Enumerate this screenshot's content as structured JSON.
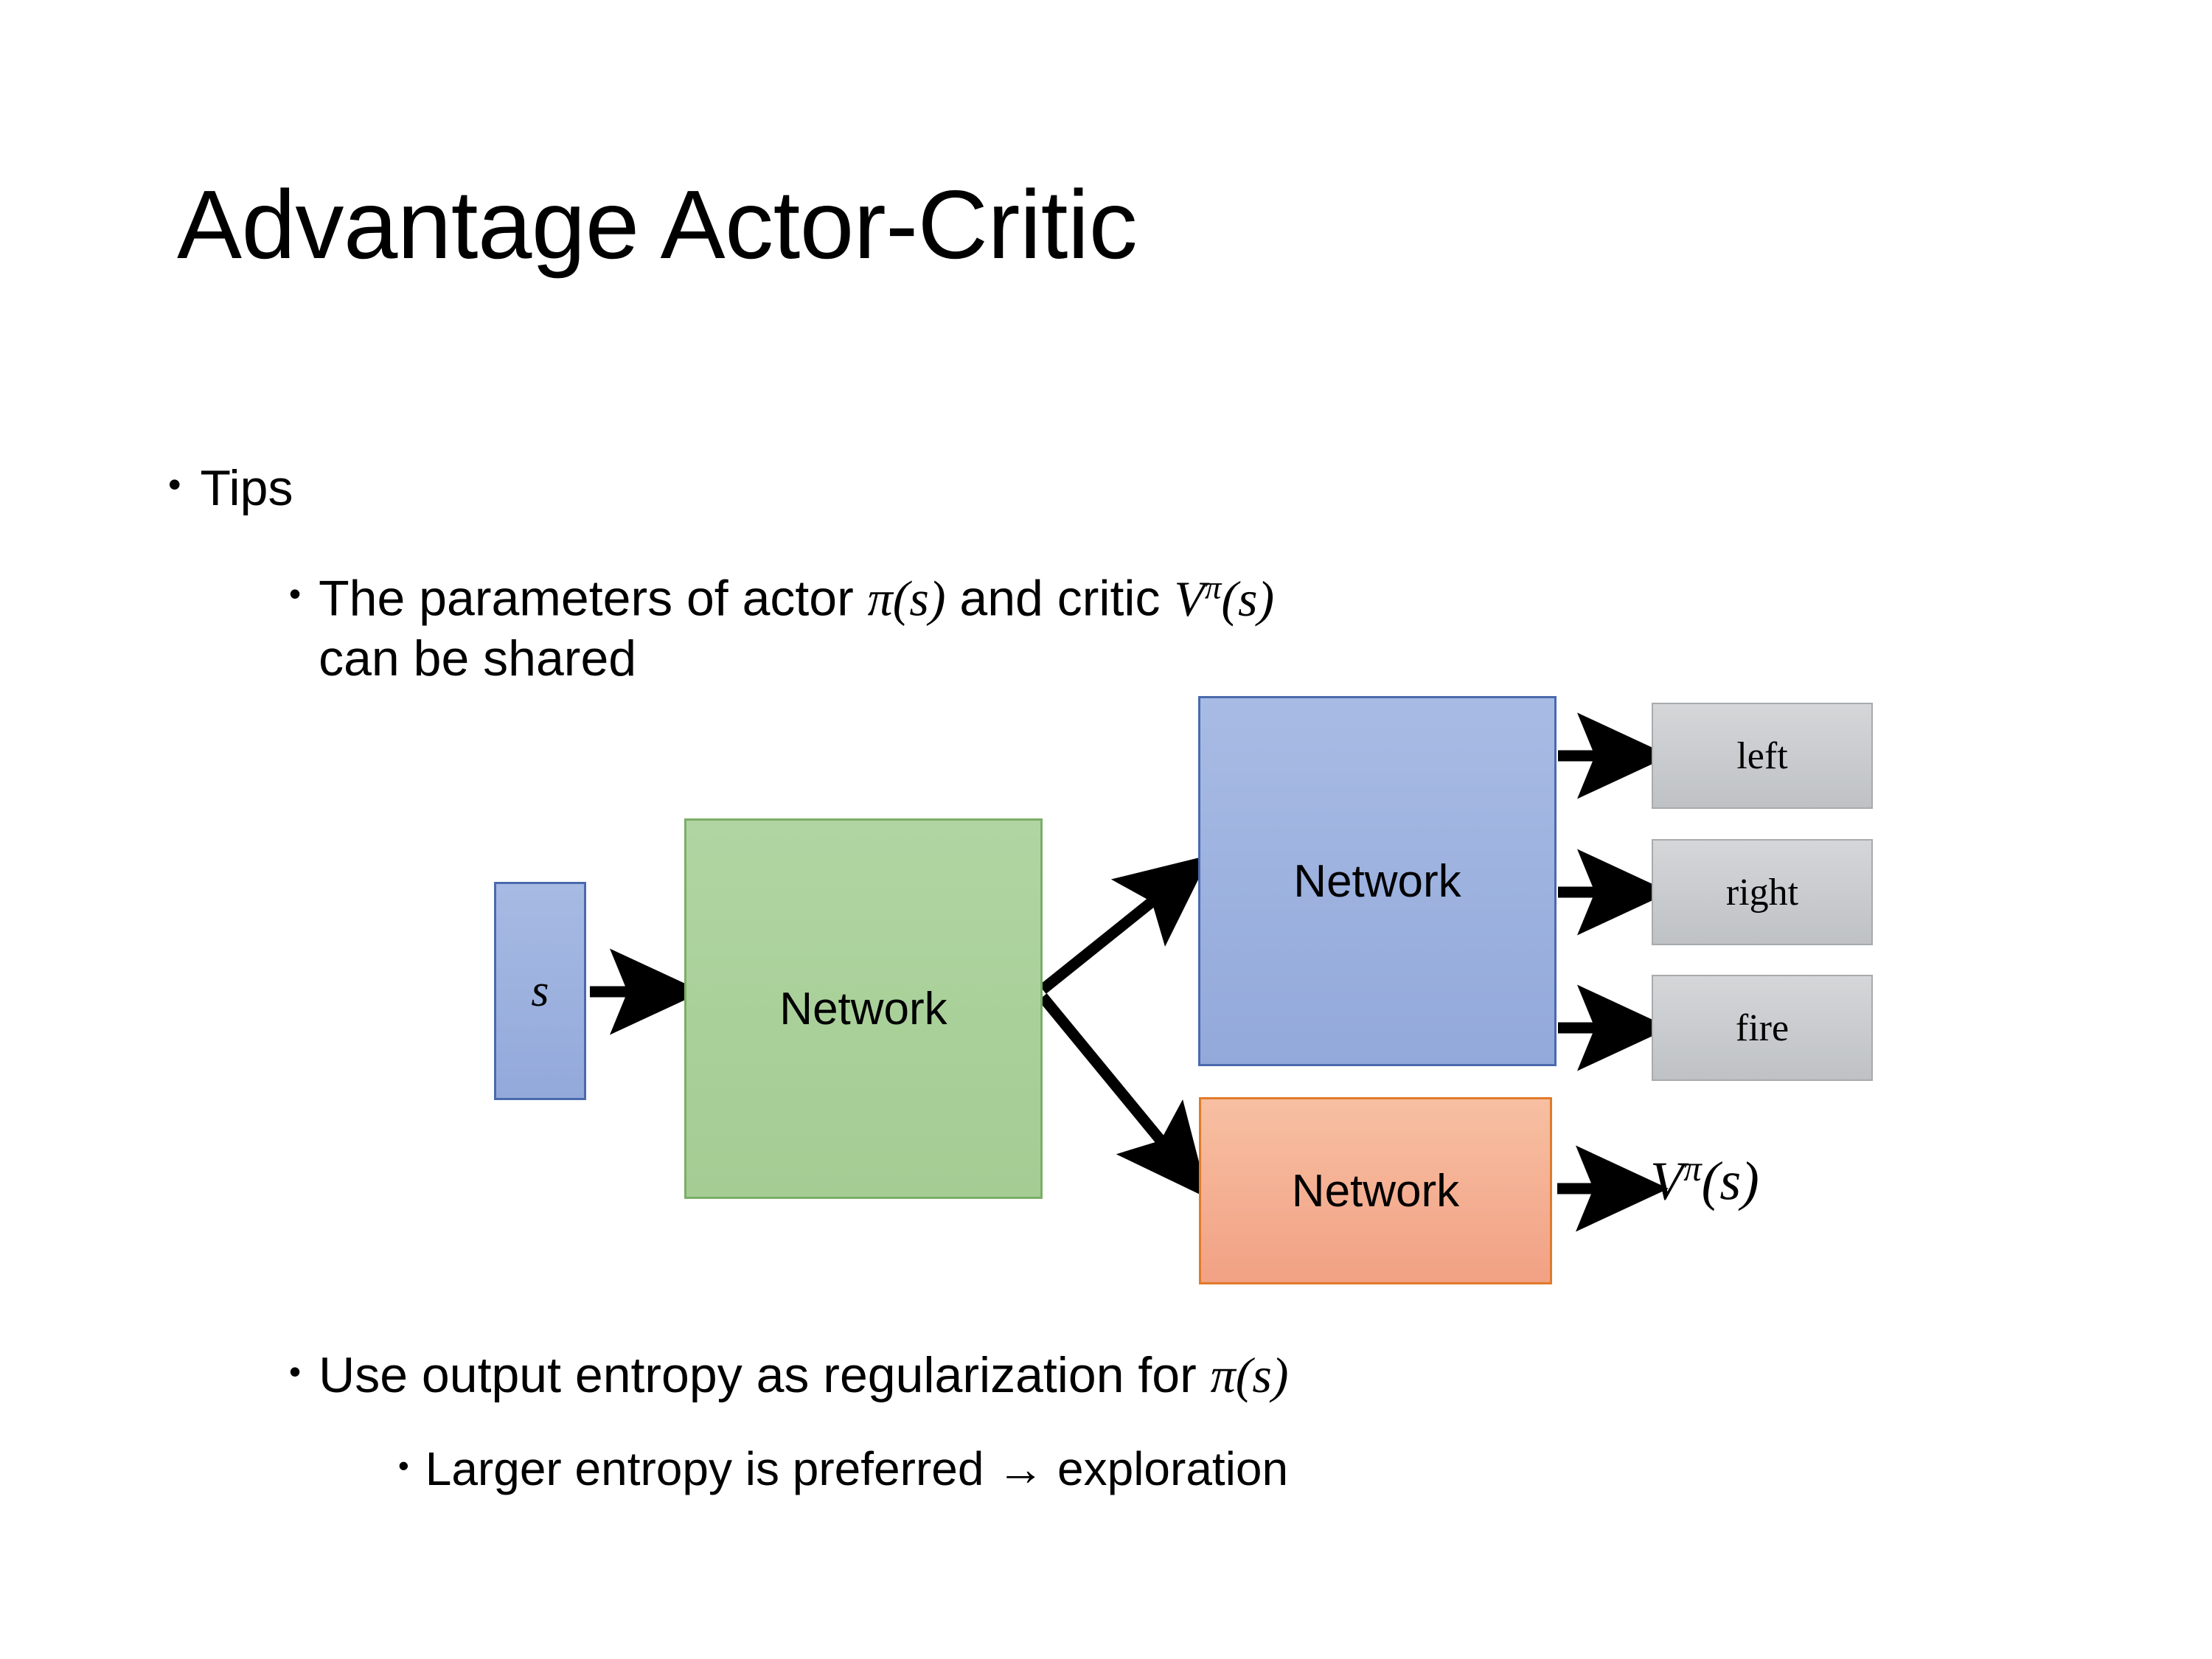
{
  "slide": {
    "title": "Advantage Actor-Critic",
    "background_color": "#ffffff"
  },
  "bullets": [
    {
      "level": 1,
      "marker": "•",
      "text": "Tips"
    },
    {
      "level": 2,
      "marker": "•",
      "text_before_math_1": "The parameters of actor ",
      "math_1": "π(s)",
      "text_between": "  and critic ",
      "math_2_base": "V",
      "math_2_sup": "π",
      "math_2_arg": "(s)",
      "text_after": "can be shared",
      "full_text": "The parameters of actor π(s)  and critic Vπ(s) can be shared"
    },
    {
      "level": 2,
      "marker": "•",
      "text_before_math": "Use output entropy as regularization for ",
      "math": "π(s)",
      "full_text": "Use output entropy as regularization for π(s)"
    },
    {
      "level": 3,
      "marker": "•",
      "text": "Larger entropy is preferred → exploration",
      "full_text": "Larger entropy is preferred → exploration"
    }
  ],
  "diagram": {
    "state_box": {
      "label": "s",
      "fill": "#9bb0de",
      "border": "#4a6aad"
    },
    "shared_network": {
      "label": "Network",
      "fill": "#a9d09b",
      "border": "#7bae68"
    },
    "actor_network": {
      "label": "Network",
      "fill": "#9bb0de",
      "border": "#4a6aad"
    },
    "critic_network": {
      "label": "Network",
      "fill": "#f4ae92",
      "border": "#e07b2a"
    },
    "actions": [
      {
        "label": "left",
        "fill": "#c9cccf"
      },
      {
        "label": "right",
        "fill": "#c9cccf"
      },
      {
        "label": "fire",
        "fill": "#c9cccf"
      }
    ],
    "critic_output": {
      "base": "V",
      "superscript": "π",
      "argument": "(s)",
      "full_text": "Vπ(s)"
    },
    "arrow_color": "#000000"
  }
}
